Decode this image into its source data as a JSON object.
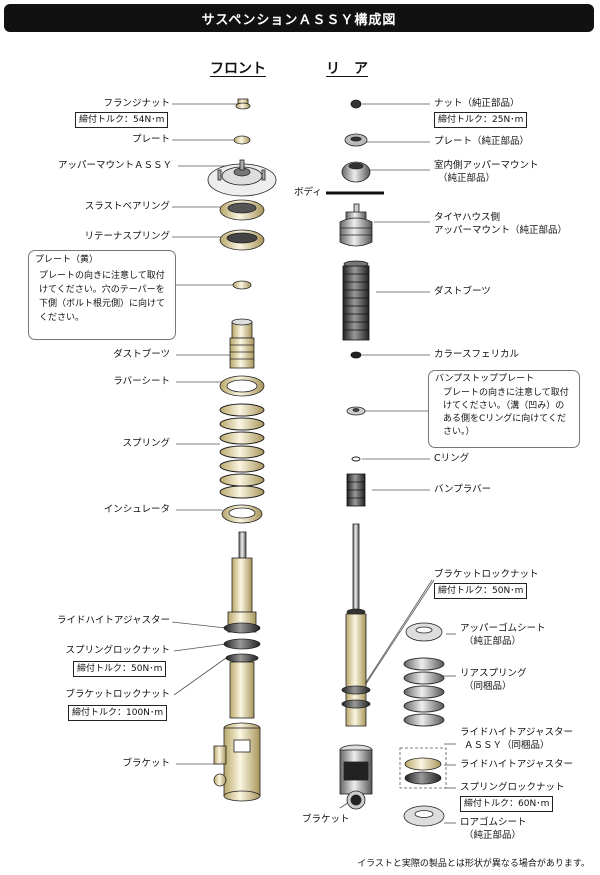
{
  "header": {
    "title": "サスペンションＡＳＳＹ構成図"
  },
  "columns": {
    "front": "フロント",
    "rear": "リ　ア"
  },
  "front": {
    "flange_nut": "フランジナット",
    "flange_nut_torque": "締付トルク：54N･m",
    "plate": "プレート",
    "upper_mount": "アッパーマウントＡＳＳＹ",
    "thrust_bearing": "スラストベアリング",
    "retainer_spring": "リテーナスプリング",
    "plate_yellow": {
      "title": "プレート（黄）",
      "lines": [
        "プレートの向きに注意して取付",
        "けてください。穴のテーパーを",
        "下側（ボルト根元側）に向けて",
        "ください。"
      ]
    },
    "dust_boot": "ダストブーツ",
    "rubber_sheet": "ラバーシート",
    "spring": "スプリング",
    "insulator": "インシュレータ",
    "ride_height": "ライドハイトアジャスター",
    "spring_lock_nut": "スプリングロックナット",
    "spring_lock_torque": "締付トルク：50N･m",
    "bracket_lock_nut": "ブラケットロックナット",
    "bracket_lock_torque": "締付トルク：100N･m",
    "bracket": "ブラケット"
  },
  "rear": {
    "nut": "ナット（純正部品）",
    "nut_torque": "締付トルク：25N･m",
    "plate": "プレート（純正部品）",
    "indoor_mount": [
      "室内側アッパーマウント",
      "（純正部品）"
    ],
    "body": "ボディ",
    "tire_mount": [
      "タイヤハウス側",
      "アッパーマウント（純正部品）"
    ],
    "dust_boot": "ダストブーツ",
    "collar": "カラースフェリカル",
    "bump_plate": {
      "title": "バンプストッププレート",
      "lines": [
        "プレートの向きに注意して取付",
        "けてください。（溝（凹み）の",
        "ある側をCリングに向けてくだ",
        "さい。）"
      ]
    },
    "c_ring": "Cリング",
    "bump_rubber": "バンプラバー",
    "bracket_lock_nut": "ブラケットロックナット",
    "bracket_lock_torque": "締付トルク：50N･m",
    "upper_rubber": [
      "アッパーゴムシート",
      "（純正部品）"
    ],
    "rear_spring": [
      "リアスプリング",
      "（同梱品）"
    ],
    "ride_height_assy": [
      "ライドハイトアジャスター",
      "ＡＳＳＹ（同梱品）"
    ],
    "ride_height": "ライドハイトアジャスター",
    "spring_lock_nut": "スプリングロックナット",
    "spring_lock_torque": "締付トルク：60N･m",
    "lower_rubber": [
      "ロアゴムシート",
      "（純正部品）"
    ],
    "bracket": "ブラケット"
  },
  "footer": "イラストと実際の製品とは形状が異なる場合があります。"
}
